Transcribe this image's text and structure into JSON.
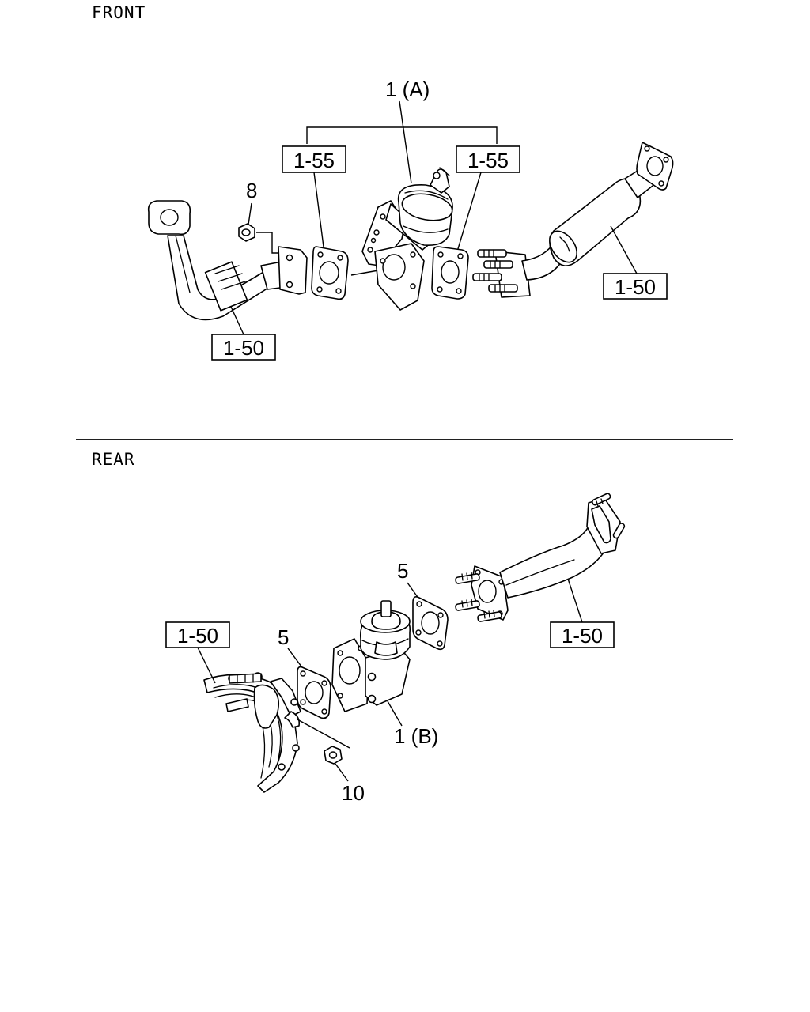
{
  "sections": {
    "front": {
      "label": "FRONT"
    },
    "rear": {
      "label": "REAR"
    }
  },
  "front": {
    "assembly_label": "1 (A)",
    "nut_label": "8",
    "gasket_ref_left": "1-55",
    "gasket_ref_right": "1-55",
    "pipe_ref_left": "1-50",
    "pipe_ref_right": "1-50"
  },
  "rear": {
    "valve_label": "1 (B)",
    "gasket_label_left": "5",
    "gasket_label_right": "5",
    "nut_label": "10",
    "pipe_ref_left": "1-50",
    "pipe_ref_right": "1-50"
  },
  "colors": {
    "line": "#000000",
    "background": "#ffffff"
  }
}
